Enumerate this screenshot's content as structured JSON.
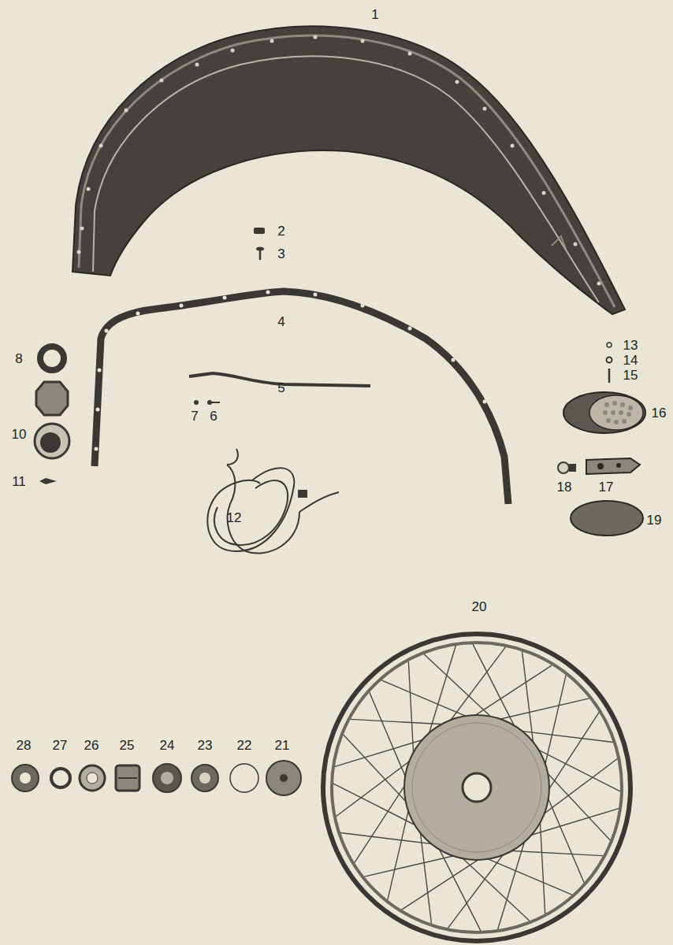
{
  "diagram": {
    "labels": [
      "1",
      "2",
      "3",
      "4",
      "5",
      "7",
      "6",
      "8",
      "10",
      "11",
      "12",
      "13",
      "14",
      "15",
      "16",
      "18",
      "17",
      "19",
      "20",
      "28",
      "27",
      "26",
      "25",
      "24",
      "23",
      "22",
      "21"
    ]
  }
}
